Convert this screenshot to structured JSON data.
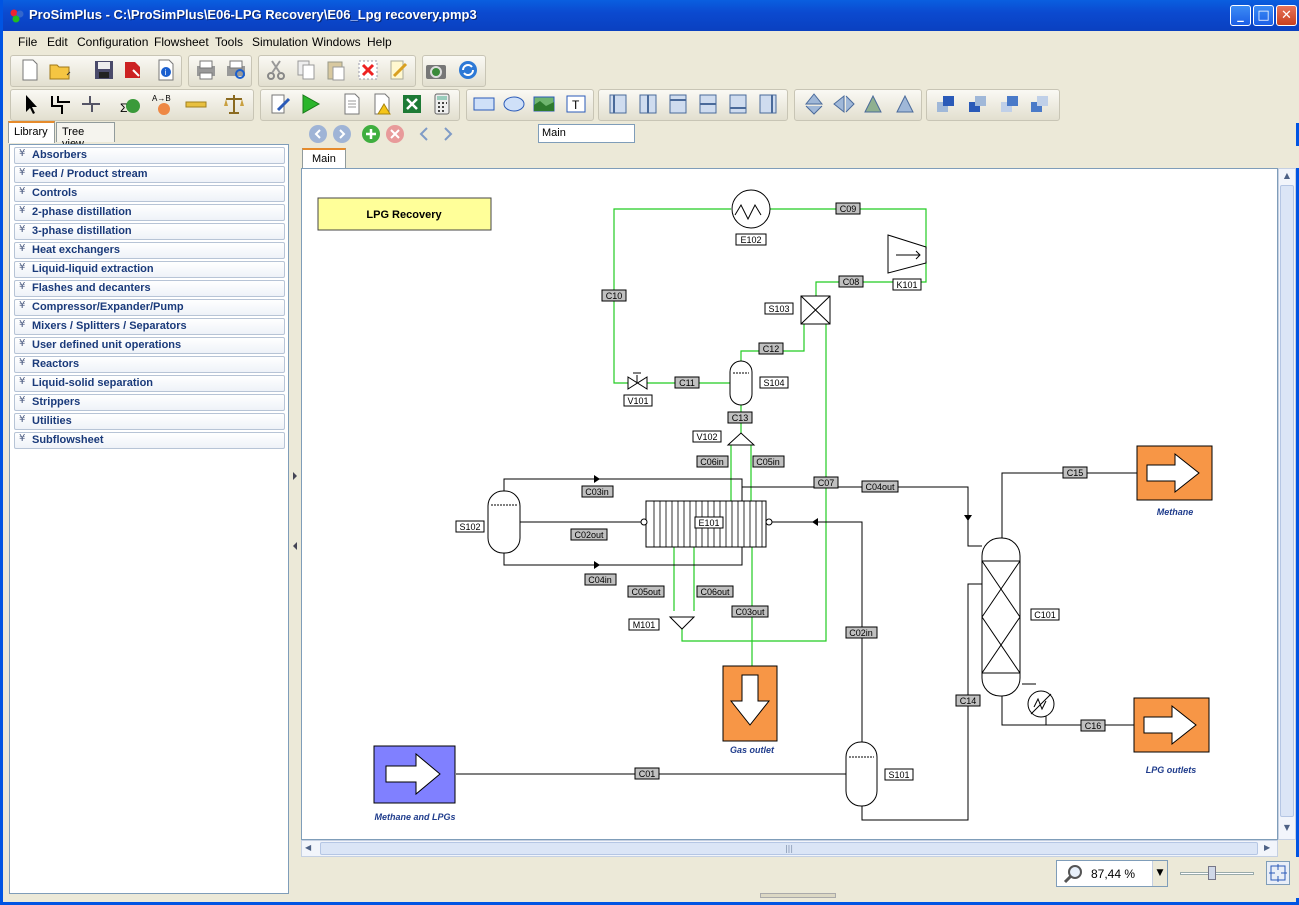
{
  "window": {
    "title": "ProSimPlus - C:\\ProSimPlus\\E06-LPG Recovery\\E06_Lpg recovery.pmp3",
    "minimize": "_",
    "maximize": "□",
    "close": "✕"
  },
  "menu": [
    "File",
    "Edit",
    "Configuration",
    "Flowsheet",
    "Tools",
    "Simulation",
    "Windows",
    "Help"
  ],
  "left_tabs": {
    "library": "Library",
    "tree": "Tree view"
  },
  "library": [
    "Absorbers",
    "Feed / Product stream",
    "Controls",
    "2-phase distillation",
    "3-phase distillation",
    "Heat exchangers",
    "Liquid-liquid extraction",
    "Flashes and decanters",
    "Compressor/Expander/Pump",
    "Mixers / Splitters / Separators",
    "User defined unit operations",
    "Reactors",
    "Liquid-solid separation",
    "Strippers",
    "Utilities",
    "Subflowsheet"
  ],
  "library_chevron": "¥",
  "nav": {
    "path": "Main"
  },
  "tab": "Main",
  "zoom": {
    "value": "87,44 %",
    "dropdown_glyph": "▼"
  },
  "scroll": {
    "up": "▲",
    "down": "▼",
    "left": "◀",
    "right": "▶",
    "grip": "|||"
  },
  "flowsheet": {
    "title": "LPG Recovery",
    "units": {
      "E102": "E102",
      "K101": "K101",
      "S103": "S103",
      "V101": "V101",
      "S104": "S104",
      "V102": "V102",
      "S102": "S102",
      "E101": "E101",
      "M101": "M101",
      "C101": "C101",
      "S101": "S101"
    },
    "streams": {
      "C09": "C09",
      "C08": "C08",
      "C10": "C10",
      "C12": "C12",
      "C11": "C11",
      "C13": "C13",
      "C06in": "C06in",
      "C05in": "C05in",
      "C07": "C07",
      "C04out": "C04out",
      "C03in": "C03in",
      "C02out": "C02out",
      "C04in": "C04in",
      "C05out": "C05out",
      "C06out": "C06out",
      "C03out": "C03out",
      "C02in": "C02in",
      "C15": "C15",
      "C14": "C14",
      "C16": "C16",
      "C01": "C01"
    },
    "feeds": {
      "methane": "Methane",
      "gas_outlet": "Gas outlet",
      "lpg_outlets": "LPG outlets",
      "feed": "Methane and LPGs"
    }
  },
  "colors": {
    "green_line": "#22cc22",
    "feed_blue": "#8080ff",
    "product_orange": "#f79646",
    "title_yellow": "#ffff99",
    "label_text": "#1f3c8c"
  }
}
